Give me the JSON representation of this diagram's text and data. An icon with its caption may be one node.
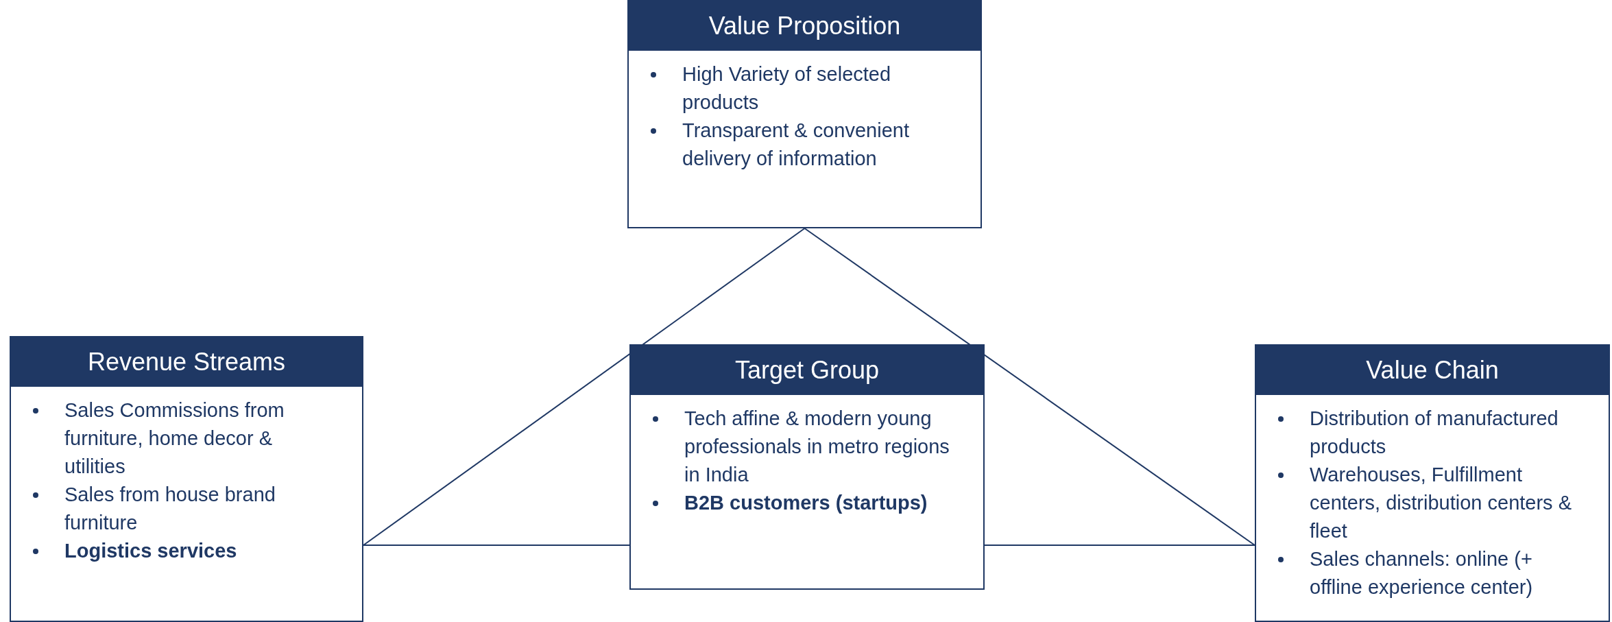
{
  "diagram": {
    "nodes": [
      {
        "text": [
          "Value Proposition",
          "High Variety of selected products",
          "Transparent & convenient delivery of information"
        ]
      },
      {
        "text": [
          "Revenue Streams",
          "Sales Commissions from furniture, home decor & utilities",
          "Sales from house brand furniture",
          "**Logistics services**"
        ]
      },
      {
        "text": [
          "Target Group",
          "Tech affine & modern young professionals in metro regions in India",
          "**B2B customers (startups)**"
        ]
      },
      {
        "text": [
          "Value Chain",
          "Distribution of manufactured products",
          "Warehouses, Fulfillment centers, distribution centers & fleet",
          "Sales channels: online (+ offline experience center)"
        ]
      }
    ],
    "edges": [
      {
        "from": 0,
        "to": 1,
        "arrow": "none"
      },
      {
        "from": 0,
        "to": 3,
        "arrow": "none"
      },
      {
        "from": 1,
        "to": 2,
        "arrow": "none"
      },
      {
        "from": 2,
        "to": 3,
        "arrow": "none"
      }
    ]
  }
}
